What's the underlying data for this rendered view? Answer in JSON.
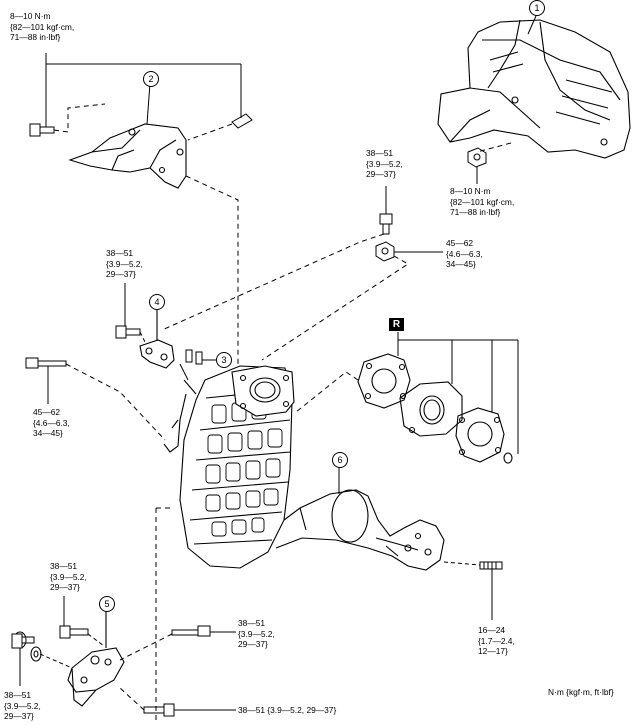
{
  "callouts": [
    "1",
    "2",
    "3",
    "4",
    "5",
    "6"
  ],
  "r_mark": "R",
  "units_note": "N·m {kgf·m, ft·lbf}",
  "torques": {
    "t1": [
      "8—10 N·m",
      "{82—101 kgf·cm,",
      "71—88 in·lbf}"
    ],
    "t2": [
      "8—10 N·m",
      "{82—101 kgf·cm,",
      "71—88 in·lbf}"
    ],
    "t3": [
      "38—51",
      "{3.9—5.2,",
      "29—37}"
    ],
    "t4": [
      "45—62",
      "{4.6—6.3,",
      "34—45}"
    ],
    "t5": [
      "38—51",
      "{3.9—5.2,",
      "29—37}"
    ],
    "t6": [
      "45—62",
      "{4.6—6.3,",
      "34—45}"
    ],
    "t7": [
      "38—51",
      "{3.9—5.2,",
      "29—37}"
    ],
    "t8": [
      "38—51",
      "{3.9—5.2,",
      "29—37}"
    ],
    "t9": [
      "16—24",
      "{1.7—2.4,",
      "12—17}"
    ],
    "t10": [
      "38—51",
      "{3.9—5.2,",
      "29—37}"
    ],
    "t11": [
      "38—51 {3.9—5.2, 29—37}"
    ]
  }
}
